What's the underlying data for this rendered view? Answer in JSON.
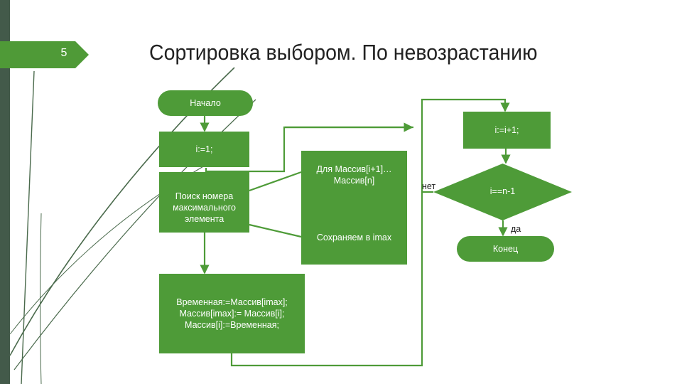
{
  "slide": {
    "number": "5",
    "title": "Сортировка выбором. По невозрастанию"
  },
  "flowchart": {
    "start": "Начало",
    "init": "i:=1;",
    "search": "Поиск номера максимального элемента",
    "swap": "Временная:=Массив[imax]; Массив[imax]:= Массив[i]; Массив[i]:=Временная;",
    "loop_top": "Для Массив[i+1]… Массив[n]",
    "loop_bottom": "Сохраняем в imax",
    "increment": "i:=i+1;",
    "condition": "i==n-1",
    "end": "Конец",
    "label_no": "нет",
    "label_yes": "да"
  },
  "colors": {
    "box_fill": "#4e9b38",
    "line": "#4e9b38",
    "accent_tab": "#4f9a37",
    "left_band": "#435a4a",
    "decor_stroke": "#4a6a4c",
    "title_text": "#222222"
  }
}
